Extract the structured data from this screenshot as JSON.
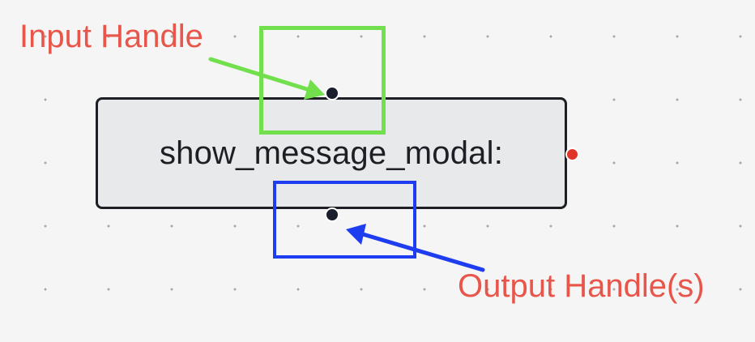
{
  "annotations": {
    "input_label": "Input Handle",
    "output_label": "Output Handle(s)"
  },
  "node": {
    "label": "show_message_modal:"
  },
  "colors": {
    "canvas_background": "#f5f5f5",
    "grid_dot": "#a9a9a9",
    "annotation_text": "#e8554a",
    "input_highlight": "#72e04d",
    "output_highlight": "#1e3df0",
    "node_fill": "#e8e9eb",
    "node_border": "#1d1f24",
    "handle": "#1b1e2d",
    "side_handle": "#e0342b"
  }
}
